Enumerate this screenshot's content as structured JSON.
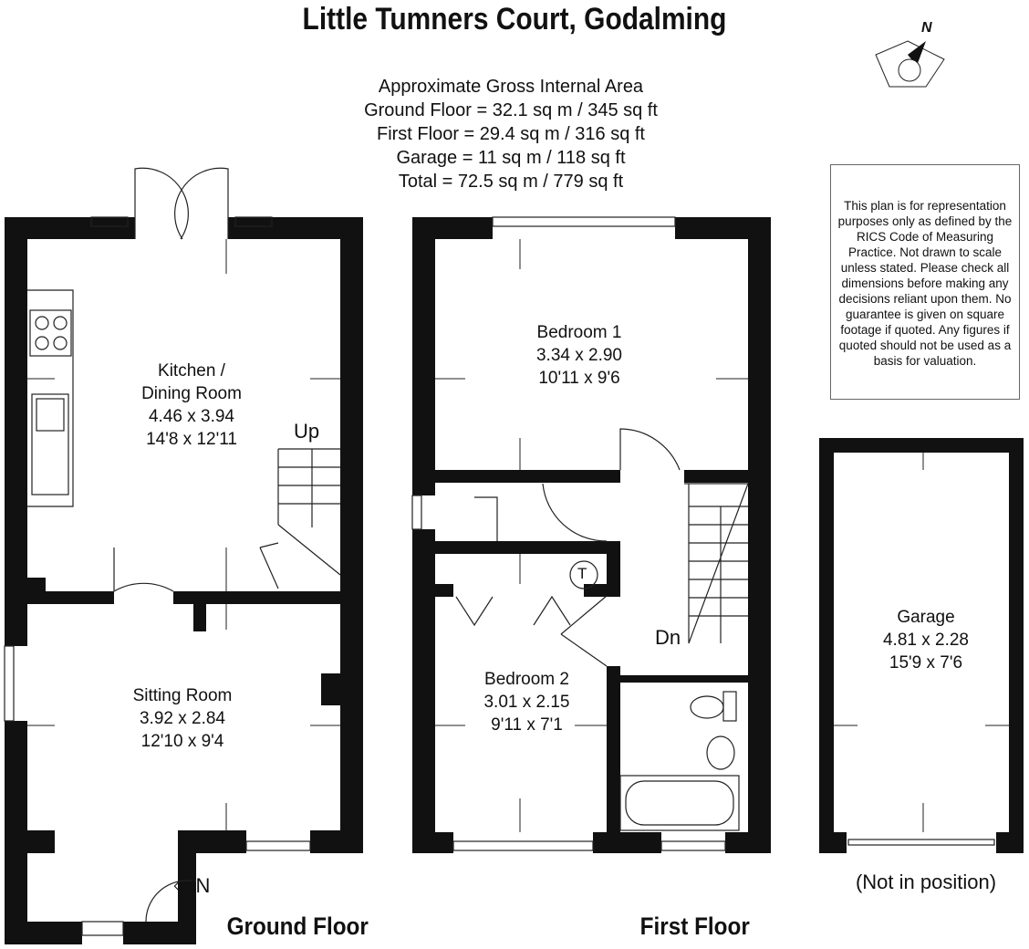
{
  "title": "Little Tumners Court, Godalming",
  "area": {
    "heading": "Approximate Gross Internal Area",
    "ground": "Ground Floor = 32.1 sq m / 345 sq ft",
    "first": "First Floor = 29.4 sq m / 316 sq ft",
    "garage": "Garage = 11 sq m / 118 sq ft",
    "total": "Total = 72.5 sq m / 779 sq ft"
  },
  "disclaimer": "This plan is for representation purposes only as defined by the RICS Code of Measuring Practice. Not drawn to scale unless stated. Please check all dimensions before making any decisions reliant upon them. No guarantee is given on square footage if quoted. Any figures if quoted should not be used as a basis for valuation.",
  "compass": "N",
  "rooms": {
    "kitchen": {
      "name1": "Kitchen /",
      "name2": "Dining Room",
      "metric": "4.46 x 3.94",
      "imperial": "14'8 x 12'11"
    },
    "sitting": {
      "name": "Sitting Room",
      "metric": "3.92 x 2.84",
      "imperial": "12'10 x 9'4"
    },
    "bedroom1": {
      "name": "Bedroom 1",
      "metric": "3.34 x 2.90",
      "imperial": "10'11 x 9'6"
    },
    "bedroom2": {
      "name": "Bedroom 2",
      "metric": "3.01 x 2.15",
      "imperial": "9'11 x 7'1"
    },
    "garage": {
      "name": "Garage",
      "metric": "4.81 x 2.28",
      "imperial": "15'9 x 7'6",
      "note": "(Not in position)"
    }
  },
  "labels": {
    "up": "Up",
    "dn": "Dn",
    "in": "IN",
    "tank": "T"
  },
  "floors": {
    "ground": "Ground Floor",
    "first": "First Floor"
  }
}
